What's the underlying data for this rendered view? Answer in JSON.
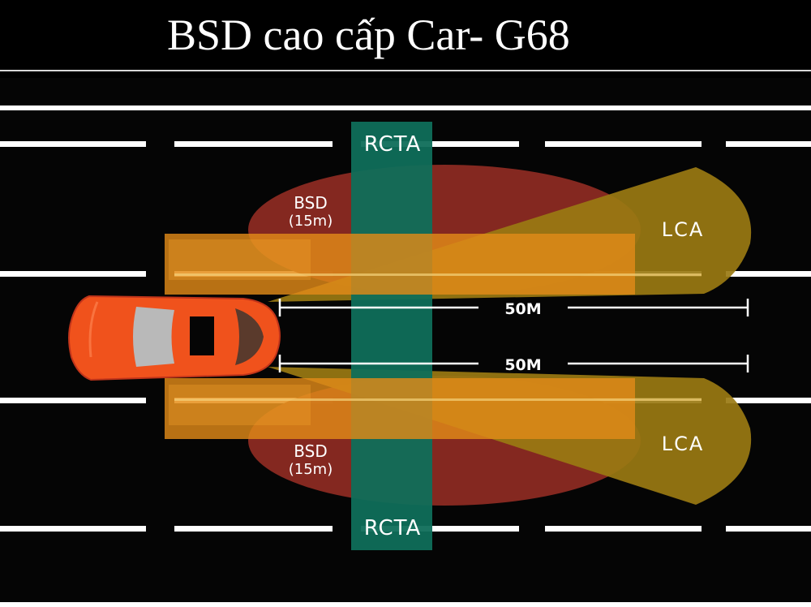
{
  "title": "BSD cao cấp Car- G68",
  "labels": {
    "rcta_top": "RCTA",
    "rcta_bottom": "RCTA",
    "bsd_top_name": "BSD",
    "bsd_top_range": "(15m)",
    "bsd_bottom_name": "BSD",
    "bsd_bottom_range": "(15m)",
    "lca_top": "LCA",
    "lca_bottom": "LCA",
    "dim_top": "50M",
    "dim_bottom": "50M"
  },
  "colors": {
    "background": "#000000",
    "lane_line": "#ffffff",
    "bsd_zone": "#8b2a22",
    "rcta_zone": "#0f6e5a",
    "lca_zone": "#9a7a12",
    "overlay_zone": "#d88418",
    "car_body": "#f0521c",
    "title_text": "#ffffff"
  }
}
